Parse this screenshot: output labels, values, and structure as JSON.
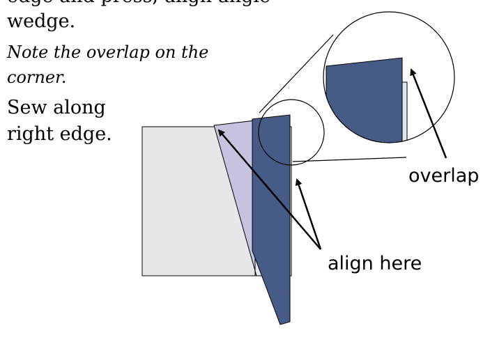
{
  "instructions": {
    "partial_line": "edge and press; align angle",
    "wedge": "wedge.",
    "note_line1": "Note the overlap on the",
    "note_line2": "corner.",
    "sew_line1": "Sew along",
    "sew_line2": "right edge."
  },
  "callouts": {
    "overlap": "overlap",
    "align_here": "align here"
  },
  "colors": {
    "base_fabric": "#e6e7e9",
    "wedge_fabric": "#c5c3e0",
    "strip_fabric": "#475b87",
    "outline": "#000000",
    "shadow_edge": "#8a8a8a"
  }
}
